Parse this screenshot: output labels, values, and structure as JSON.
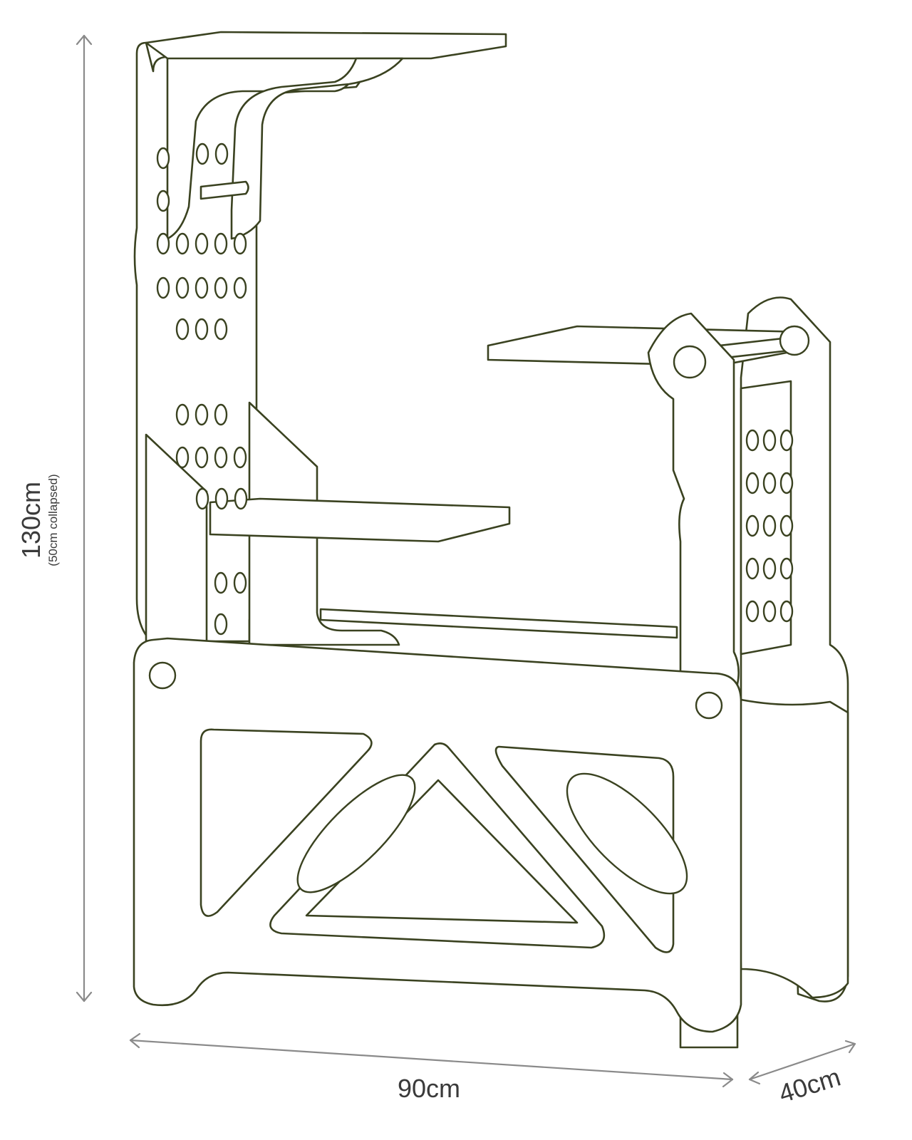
{
  "dimensions": {
    "height": "130cm",
    "height_note": "(50cm collapsed)",
    "width": "90cm",
    "depth": "40cm"
  },
  "colors": {
    "outline": "#3a4220",
    "dimension_lines": "#8a8a8a",
    "dimension_text": "#3a3a3a"
  }
}
